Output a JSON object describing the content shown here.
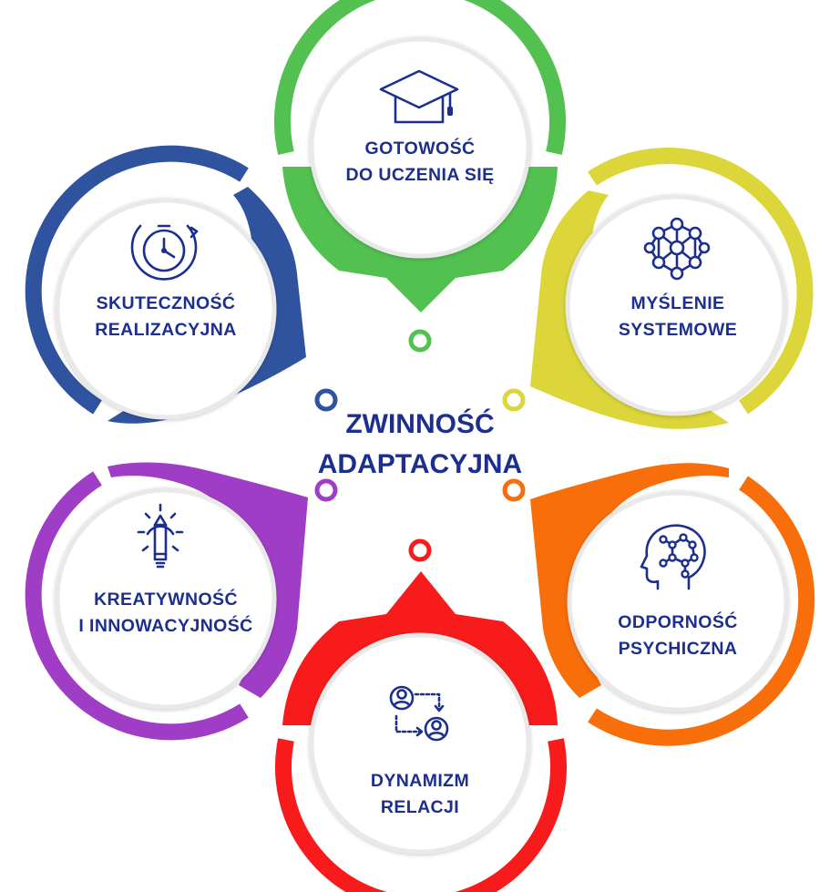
{
  "center": {
    "line1": "ZWINNOŚĆ",
    "line2": "ADAPTACYJNA"
  },
  "nodes": [
    {
      "key": "top",
      "color": "#52c150",
      "icon": "graduation-cap-icon",
      "line1": "GOTOWOŚĆ",
      "line2": "DO UCZENIA SIĘ"
    },
    {
      "key": "upper-right",
      "color": "#dcd63a",
      "icon": "network-icon",
      "line1": "MYŚLENIE",
      "line2": "SYSTEMOWE"
    },
    {
      "key": "lower-right",
      "color": "#f86e0a",
      "icon": "brain-head-icon",
      "line1": "ODPORNOŚĆ",
      "line2": "PSYCHICZNA"
    },
    {
      "key": "bottom",
      "color": "#f71b1b",
      "icon": "people-exchange-icon",
      "line1": "DYNAMIZM",
      "line2": "RELACJI"
    },
    {
      "key": "lower-left",
      "color": "#a03dc6",
      "icon": "pencil-idea-icon",
      "line1": "KREATYWNOŚĆ",
      "line2": "I INNOWACYJNOŚĆ"
    },
    {
      "key": "upper-left",
      "color": "#30539f",
      "icon": "stopwatch-icon",
      "line1": "SKUTECZNOŚĆ",
      "line2": "REALIZACYJNA"
    }
  ],
  "text_color": "#1c2f8f"
}
